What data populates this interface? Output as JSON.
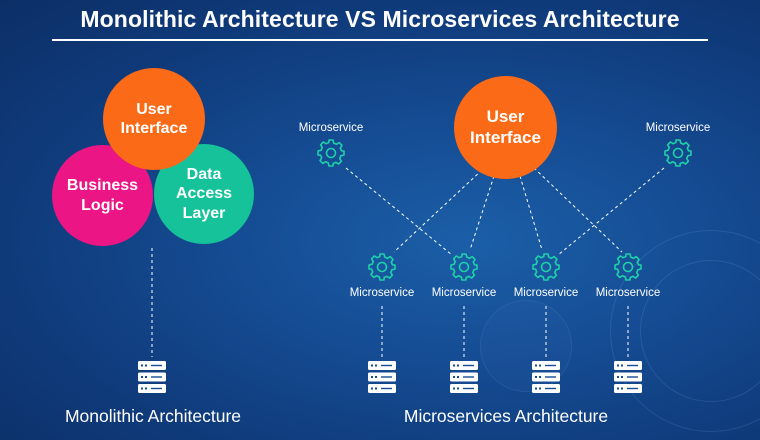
{
  "title": "Monolithic Architecture VS Microservices Architecture",
  "monolithic": {
    "user_interface": "User Interface",
    "business_logic": "Business Logic",
    "data_access_layer": "Data Access Layer",
    "caption": "Monolithic Architecture"
  },
  "microservices": {
    "user_interface": "User Interface",
    "top_services": [
      "Microservice",
      "Microservice"
    ],
    "bottom_services": [
      "Microservice",
      "Microservice",
      "Microservice",
      "Microservice"
    ],
    "caption": "Microservices Architecture"
  },
  "colors": {
    "background": "#154c93",
    "user_interface": "#fb6a17",
    "business_logic": "#eb1585",
    "data_access_layer": "#16c29a",
    "gear_icon": "#1fd0a8",
    "lines": "#ffffff"
  }
}
